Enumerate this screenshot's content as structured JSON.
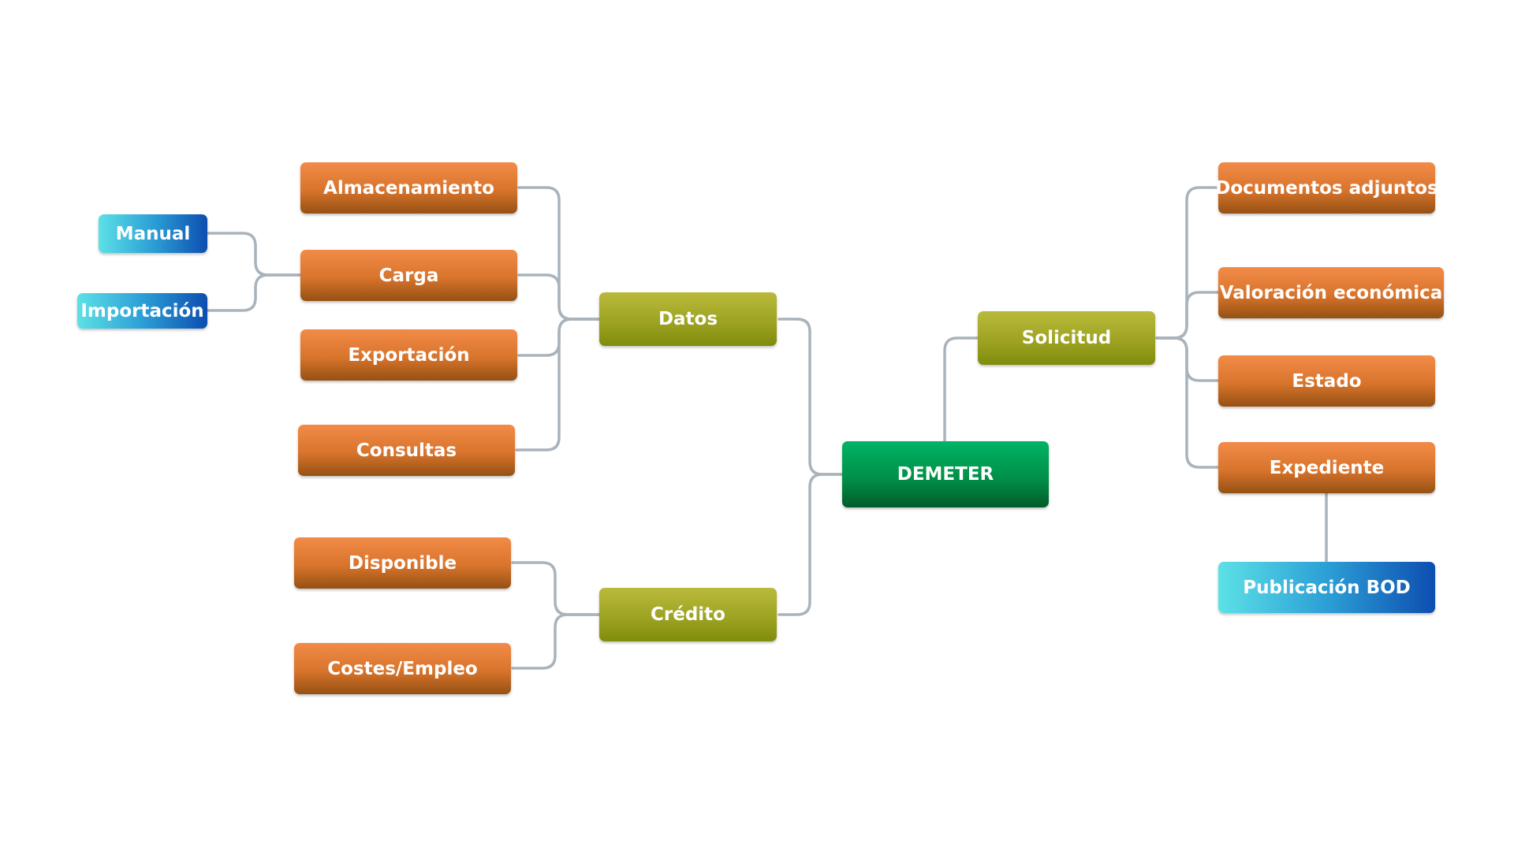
{
  "diagram": {
    "root": {
      "label": "DEMETER"
    },
    "branches": {
      "datos": {
        "label": "Datos"
      },
      "credito": {
        "label": "Crédito"
      },
      "solicitud": {
        "label": "Solicitud"
      }
    },
    "leaves": {
      "almacenamiento": "Almacenamiento",
      "carga": "Carga",
      "exportacion": "Exportación",
      "consultas": "Consultas",
      "disponible": "Disponible",
      "costes_empleo": "Costes/Empleo",
      "documentos_adjuntos": "Documentos adjuntos",
      "valoracion_economica": "Valoración económica",
      "estado": "Estado",
      "expediente": "Expediente"
    },
    "subleaves": {
      "manual": "Manual",
      "importacion": "Importación",
      "publicacion_bod": "Publicación BOD"
    },
    "colors": {
      "root": "#009147",
      "branch": "#9ea322",
      "leaf": "#d8742c",
      "subleaf": "#2c9fd6",
      "connector": "#a9b3bb"
    }
  }
}
